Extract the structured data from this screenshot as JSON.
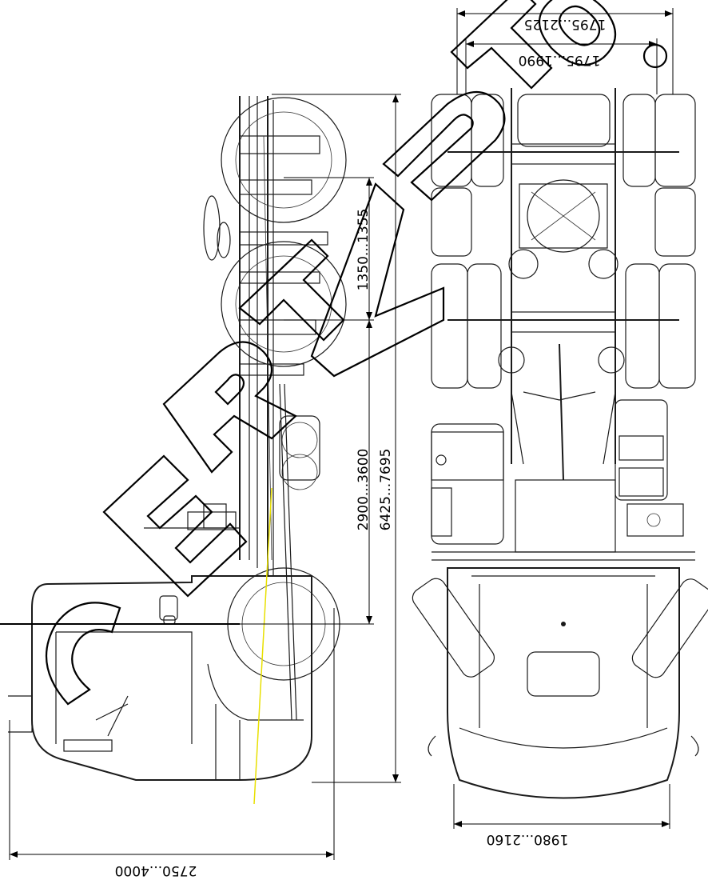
{
  "dimensions": {
    "top_outer": "1795...2125",
    "top_inner": "1795...1990",
    "front_track": "1980...2160",
    "front_overhang": "2750...4000",
    "wheelbase": "2900...3600",
    "overall_length": "6425...7695",
    "rear_axle_spacing": "1350...1355"
  },
  "watermark": {
    "text": "CERTAUTO.RU"
  },
  "colors": {
    "line": "#1a1a1a",
    "centerline": "#e8e000",
    "background": "#ffffff"
  }
}
